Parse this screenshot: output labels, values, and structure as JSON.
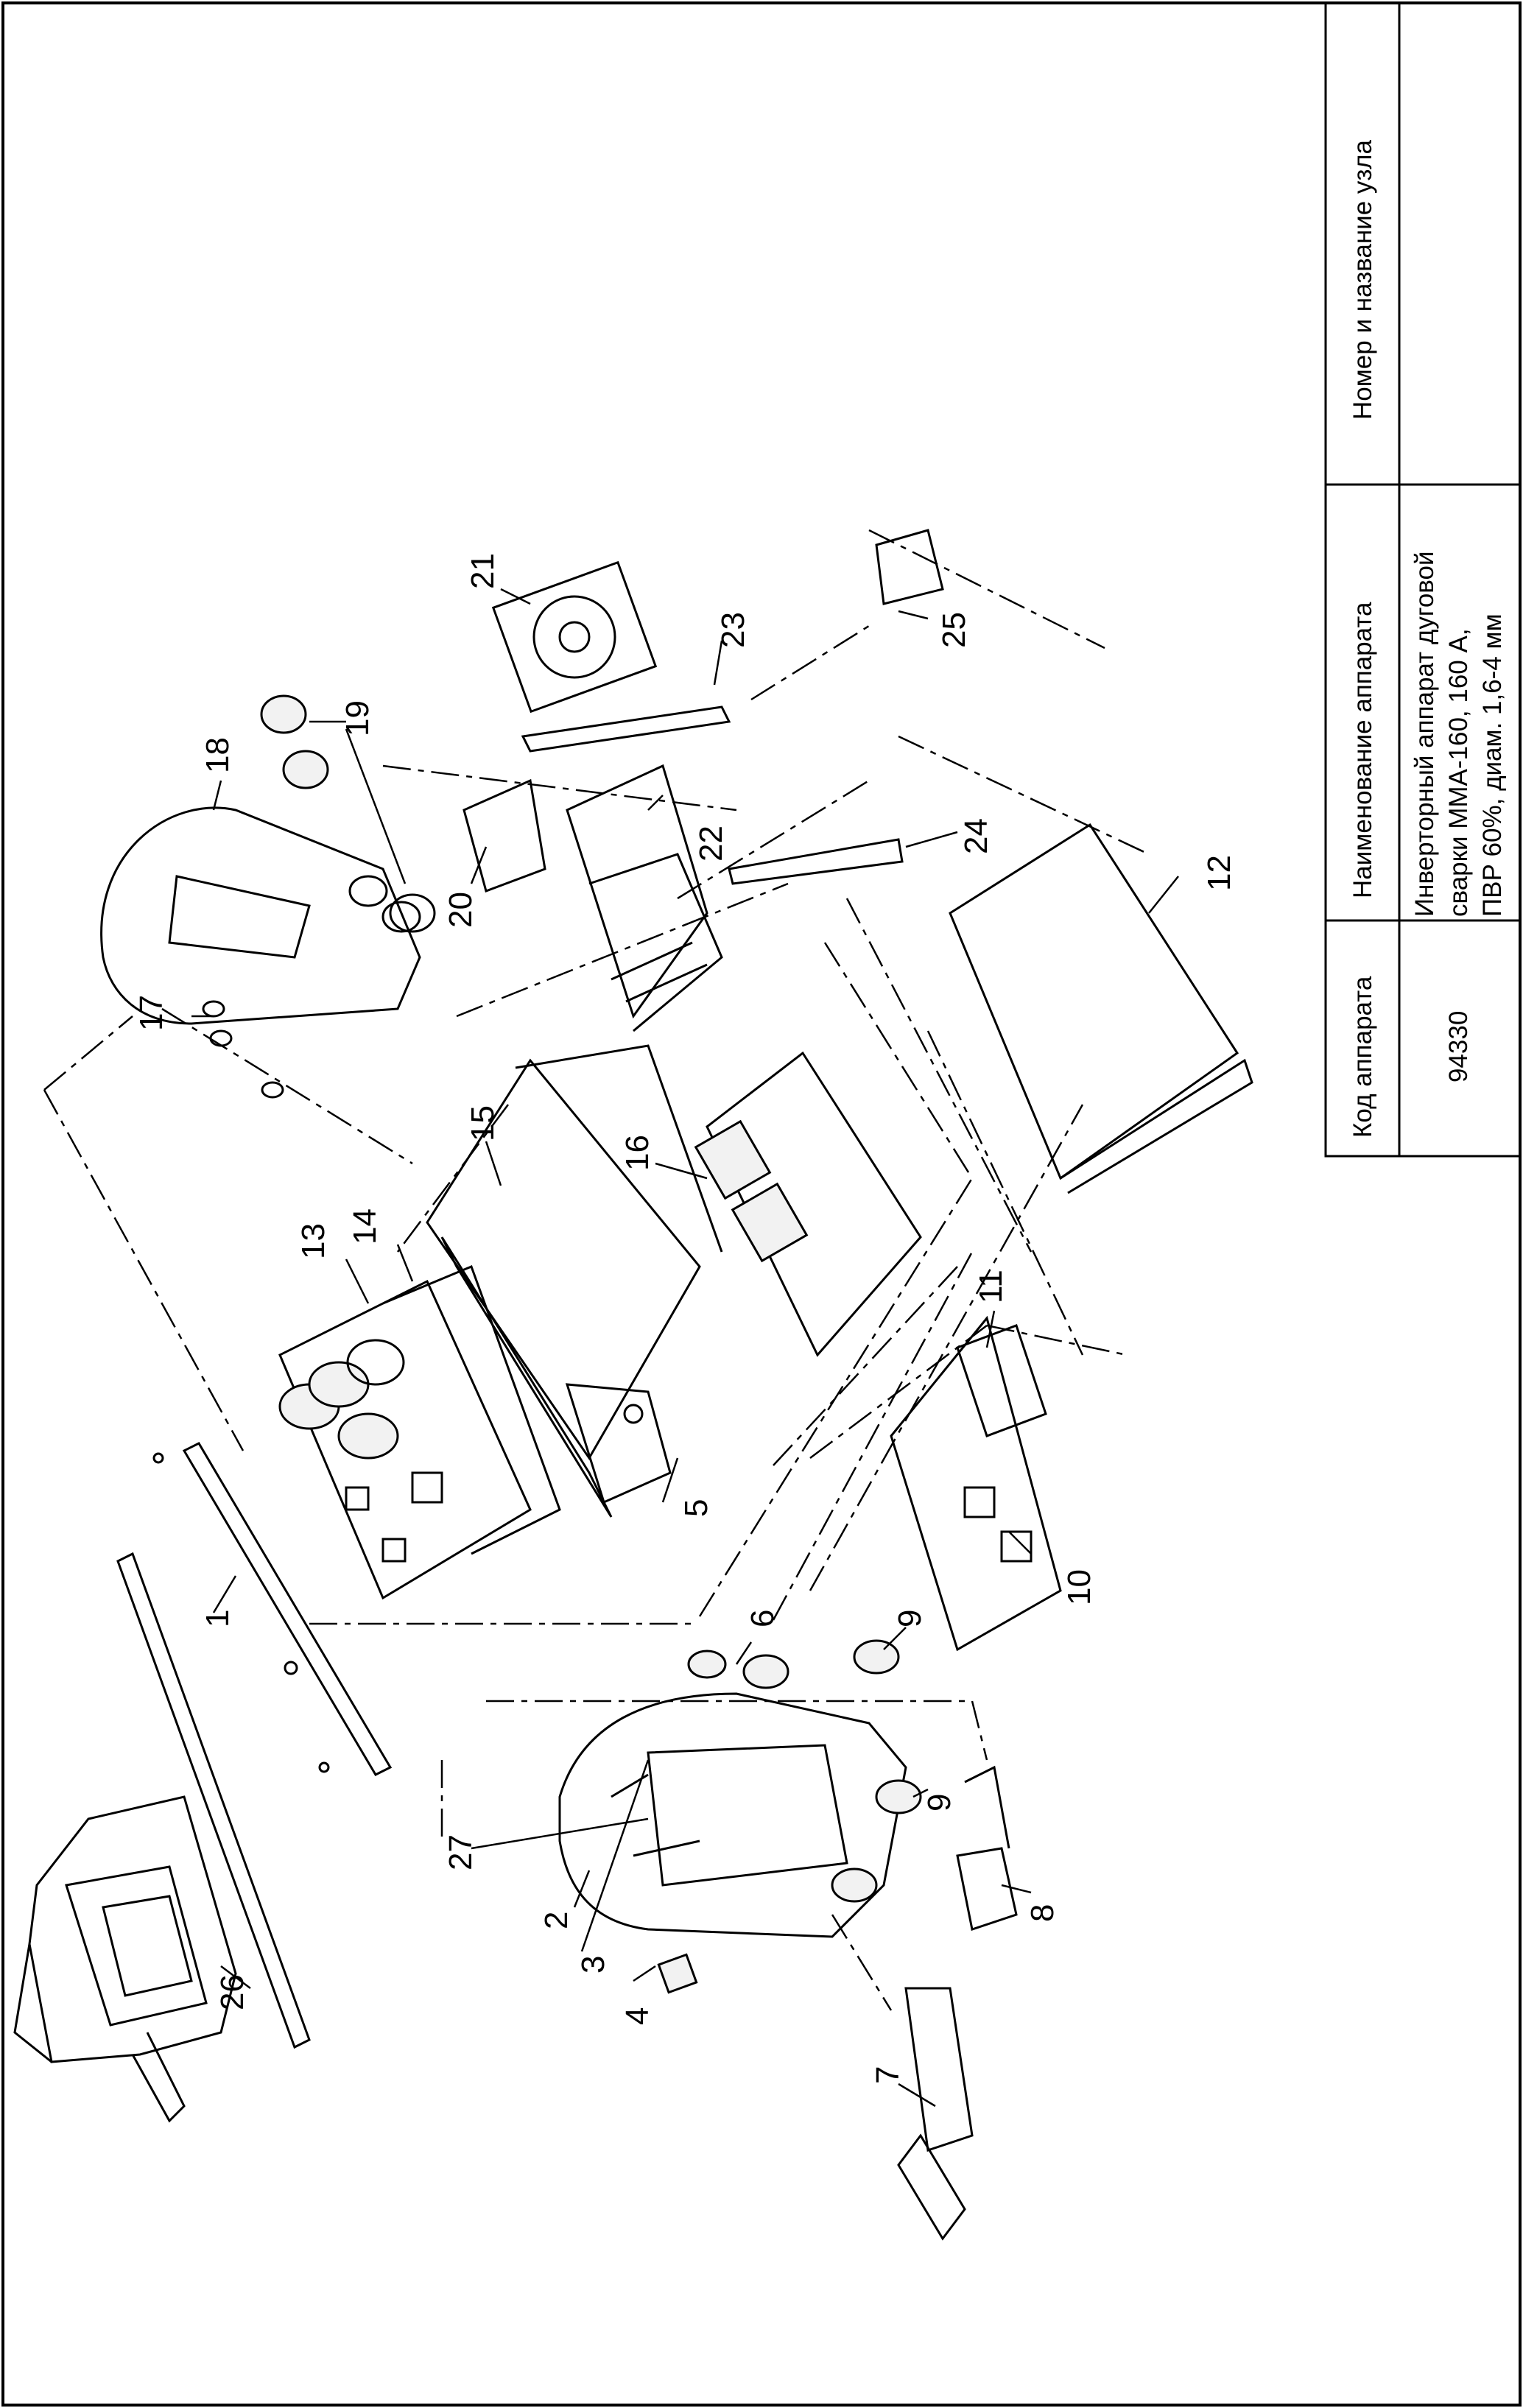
{
  "title_block": {
    "col_code_header": "Код аппарата",
    "col_name_header": "Наименование аппарата",
    "col_node_header": "Номер и название узла",
    "code_value": "94330",
    "name_line1": "Инверторный аппарат дуговой",
    "name_line2": "сварки ММА-160, 160 А,",
    "name_line3": "ПВР 60%, диам. 1,6-4 мм",
    "node_value": ""
  },
  "callouts": {
    "c1": "1",
    "c2": "2",
    "c3": "3",
    "c4": "4",
    "c5": "5",
    "c6": "6",
    "c7": "7",
    "c8": "8",
    "c9a": "9",
    "c9b": "9",
    "c10": "10",
    "c11": "11",
    "c12": "12",
    "c13": "13",
    "c14": "14",
    "c15": "15",
    "c16": "16",
    "c17": "17",
    "c18": "18",
    "c19": "19",
    "c20": "20",
    "c21": "21",
    "c22": "22",
    "c23": "23",
    "c24": "24",
    "c25": "25",
    "c26": "26",
    "c27": "27"
  }
}
